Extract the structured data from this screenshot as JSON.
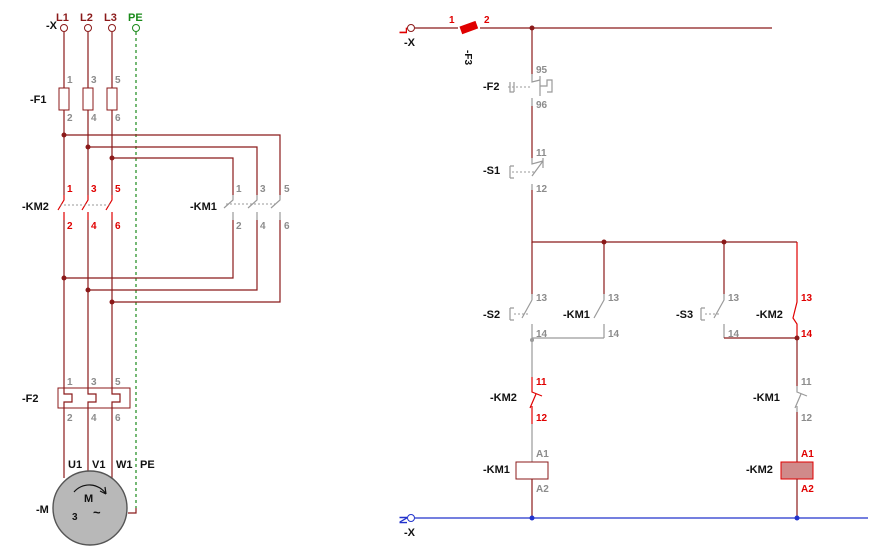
{
  "power": {
    "x_label": "-X",
    "phases": [
      "L1",
      "L2",
      "L3",
      "PE"
    ],
    "colors": {
      "phase": "#8b1a1a",
      "pe": "#1a8a1a",
      "wire": "#8b1a1a",
      "active": "#e00000",
      "inactive": "#8c8c8c",
      "neutral": "#2233cc"
    },
    "f1": {
      "tag": "-F1",
      "top_pins": [
        "1",
        "3",
        "5"
      ],
      "bottom_pins": [
        "2",
        "4",
        "6"
      ]
    },
    "km2": {
      "tag": "-KM2",
      "top_pins": [
        "1",
        "3",
        "5"
      ],
      "bottom_pins": [
        "2",
        "4",
        "6"
      ]
    },
    "km1": {
      "tag": "-KM1",
      "top_pins": [
        "1",
        "3",
        "5"
      ],
      "bottom_pins": [
        "2",
        "4",
        "6"
      ]
    },
    "f2": {
      "tag": "-F2",
      "top_pins": [
        "1",
        "3",
        "5"
      ],
      "bottom_pins": [
        "2",
        "4",
        "6"
      ]
    },
    "motor": {
      "tag": "-M",
      "terminals": [
        "U1",
        "V1",
        "W1",
        "PE"
      ],
      "symbol": "M",
      "phase_count": "3",
      "ac_symbol": "~"
    }
  },
  "control": {
    "supply_top": {
      "terminal": "L",
      "terminal_tag": "-X",
      "fuse_pins": [
        "1",
        "2"
      ],
      "fuse_tag": "-F3"
    },
    "supply_bottom": {
      "terminal": "N",
      "terminal_tag": "-X"
    },
    "f2_contact": {
      "tag": "-F2",
      "pins": [
        "95",
        "96"
      ]
    },
    "s1": {
      "tag": "-S1",
      "pins": [
        "11",
        "12"
      ]
    },
    "s2": {
      "tag": "-S2",
      "pins": [
        "13",
        "14"
      ]
    },
    "km1_hold": {
      "tag": "-KM1",
      "pins": [
        "13",
        "14"
      ]
    },
    "s3": {
      "tag": "-S3",
      "pins": [
        "13",
        "14"
      ]
    },
    "km2_hold": {
      "tag": "-KM2",
      "pins": [
        "13",
        "14"
      ]
    },
    "km2_interlock": {
      "tag": "-KM2",
      "pins": [
        "11",
        "12"
      ]
    },
    "km1_interlock": {
      "tag": "-KM1",
      "pins": [
        "11",
        "12"
      ]
    },
    "km1_coil": {
      "tag": "-KM1",
      "pins": [
        "A1",
        "A2"
      ],
      "energized": false
    },
    "km2_coil": {
      "tag": "-KM2",
      "pins": [
        "A1",
        "A2"
      ],
      "energized": true
    }
  }
}
